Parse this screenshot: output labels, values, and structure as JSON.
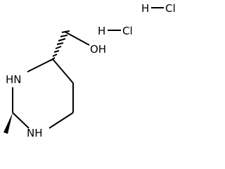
{
  "structure": {
    "atoms": {
      "nh_upper": "HN",
      "nh_lower": "NH",
      "hydroxyl": "OH"
    },
    "salts": [
      {
        "h": "H",
        "cl": "Cl"
      },
      {
        "h": "H",
        "cl": "Cl"
      }
    ]
  },
  "colors": {
    "ink": "#000000",
    "background": "#ffffff"
  }
}
